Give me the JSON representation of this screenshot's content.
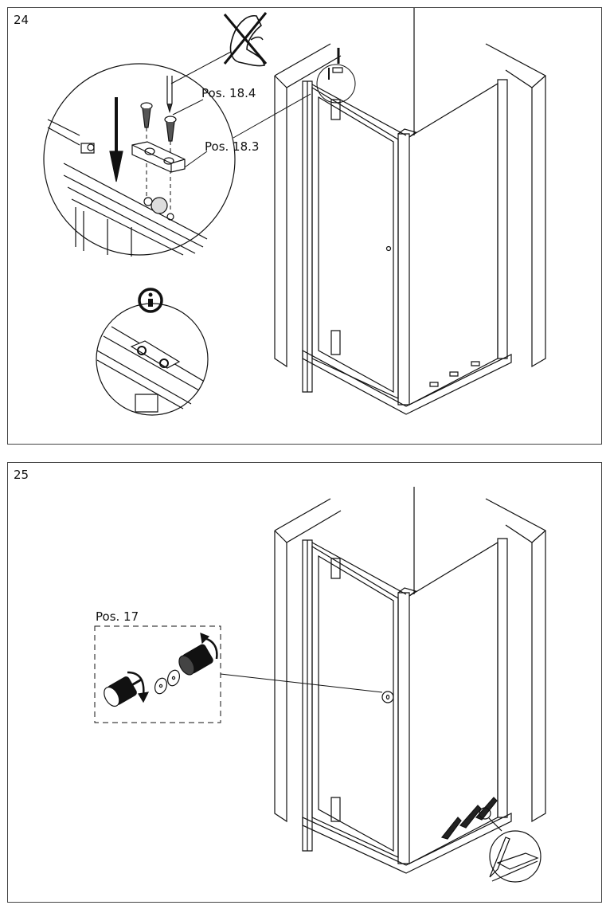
{
  "steps": [
    {
      "number": "24",
      "callouts": {
        "screw": "Pos. 18.4",
        "plate": "Pos. 18.3"
      },
      "icons": [
        "no-power-drill-icon",
        "info-icon"
      ]
    },
    {
      "number": "25",
      "callouts": {
        "knob": "Pos. 17"
      }
    }
  ]
}
